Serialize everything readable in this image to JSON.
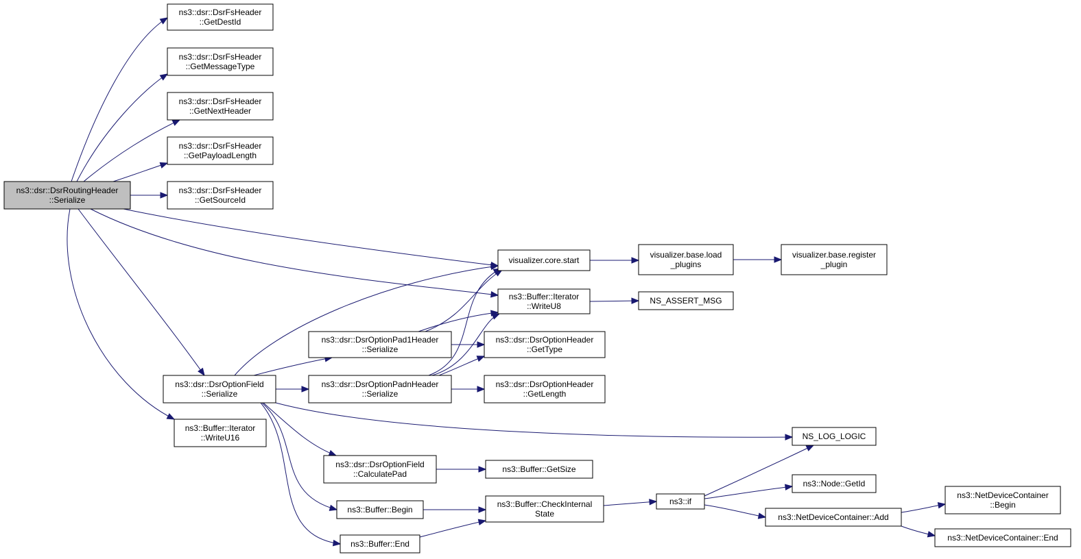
{
  "nodes": [
    {
      "id": "root",
      "lines": [
        "ns3::dsr::DsrRoutingHeader",
        "::Serialize"
      ],
      "highlight": true
    },
    {
      "id": "getdestid",
      "lines": [
        "ns3::dsr::DsrFsHeader",
        "::GetDestId"
      ]
    },
    {
      "id": "getmessagetype",
      "lines": [
        "ns3::dsr::DsrFsHeader",
        "::GetMessageType"
      ]
    },
    {
      "id": "getnextheader",
      "lines": [
        "ns3::dsr::DsrFsHeader",
        "::GetNextHeader"
      ]
    },
    {
      "id": "getpayloadlength",
      "lines": [
        "ns3::dsr::DsrFsHeader",
        "::GetPayloadLength"
      ]
    },
    {
      "id": "getsourceid",
      "lines": [
        "ns3::dsr::DsrFsHeader",
        "::GetSourceId"
      ]
    },
    {
      "id": "corestart",
      "lines": [
        "visualizer.core.start"
      ]
    },
    {
      "id": "loadplugins",
      "lines": [
        "visualizer.base.load",
        "_plugins"
      ]
    },
    {
      "id": "registerplugin",
      "lines": [
        "visualizer.base.register",
        "_plugin"
      ]
    },
    {
      "id": "writeu8",
      "lines": [
        "ns3::Buffer::Iterator",
        "::WriteU8"
      ]
    },
    {
      "id": "assertmsg",
      "lines": [
        "NS_ASSERT_MSG"
      ]
    },
    {
      "id": "pad1",
      "lines": [
        "ns3::dsr::DsrOptionPad1Header",
        "::Serialize"
      ]
    },
    {
      "id": "gettype",
      "lines": [
        "ns3::dsr::DsrOptionHeader",
        "::GetType"
      ]
    },
    {
      "id": "padn",
      "lines": [
        "ns3::dsr::DsrOptionPadnHeader",
        "::Serialize"
      ]
    },
    {
      "id": "getlength",
      "lines": [
        "ns3::dsr::DsrOptionHeader",
        "::GetLength"
      ]
    },
    {
      "id": "optionfield",
      "lines": [
        "ns3::dsr::DsrOptionField",
        "::Serialize"
      ]
    },
    {
      "id": "writeu16",
      "lines": [
        "ns3::Buffer::Iterator",
        "::WriteU16"
      ]
    },
    {
      "id": "loglogic",
      "lines": [
        "NS_LOG_LOGIC"
      ]
    },
    {
      "id": "calcpad",
      "lines": [
        "ns3::dsr::DsrOptionField",
        "::CalculatePad"
      ]
    },
    {
      "id": "getsize",
      "lines": [
        "ns3::Buffer::GetSize"
      ]
    },
    {
      "id": "begin",
      "lines": [
        "ns3::Buffer::Begin"
      ]
    },
    {
      "id": "checkinternal",
      "lines": [
        "ns3::Buffer::CheckInternal",
        "State"
      ]
    },
    {
      "id": "nsif",
      "lines": [
        "ns3::if"
      ]
    },
    {
      "id": "nodegetid",
      "lines": [
        "ns3::Node::GetId"
      ]
    },
    {
      "id": "ndcadd",
      "lines": [
        "ns3::NetDeviceContainer::Add"
      ]
    },
    {
      "id": "ndcbegin",
      "lines": [
        "ns3::NetDeviceContainer",
        "::Begin"
      ]
    },
    {
      "id": "ndcend",
      "lines": [
        "ns3::NetDeviceContainer::End"
      ]
    },
    {
      "id": "end",
      "lines": [
        "ns3::Buffer::End"
      ]
    }
  ],
  "edges": [
    {
      "from": "root",
      "to": "getdestid"
    },
    {
      "from": "root",
      "to": "getmessagetype"
    },
    {
      "from": "root",
      "to": "getnextheader"
    },
    {
      "from": "root",
      "to": "getpayloadlength"
    },
    {
      "from": "root",
      "to": "getsourceid"
    },
    {
      "from": "root",
      "to": "corestart"
    },
    {
      "from": "root",
      "to": "writeu8"
    },
    {
      "from": "root",
      "to": "optionfield"
    },
    {
      "from": "root",
      "to": "writeu16"
    },
    {
      "from": "corestart",
      "to": "loadplugins"
    },
    {
      "from": "loadplugins",
      "to": "registerplugin"
    },
    {
      "from": "writeu8",
      "to": "assertmsg"
    },
    {
      "from": "optionfield",
      "to": "corestart"
    },
    {
      "from": "optionfield",
      "to": "pad1"
    },
    {
      "from": "optionfield",
      "to": "padn"
    },
    {
      "from": "optionfield",
      "to": "loglogic"
    },
    {
      "from": "optionfield",
      "to": "calcpad"
    },
    {
      "from": "optionfield",
      "to": "begin"
    },
    {
      "from": "optionfield",
      "to": "end"
    },
    {
      "from": "pad1",
      "to": "corestart"
    },
    {
      "from": "pad1",
      "to": "writeu8"
    },
    {
      "from": "pad1",
      "to": "gettype"
    },
    {
      "from": "padn",
      "to": "corestart"
    },
    {
      "from": "padn",
      "to": "writeu8"
    },
    {
      "from": "padn",
      "to": "gettype"
    },
    {
      "from": "padn",
      "to": "getlength"
    },
    {
      "from": "calcpad",
      "to": "getsize"
    },
    {
      "from": "begin",
      "to": "checkinternal"
    },
    {
      "from": "end",
      "to": "checkinternal"
    },
    {
      "from": "checkinternal",
      "to": "nsif"
    },
    {
      "from": "nsif",
      "to": "loglogic"
    },
    {
      "from": "nsif",
      "to": "nodegetid"
    },
    {
      "from": "nsif",
      "to": "ndcadd"
    },
    {
      "from": "ndcadd",
      "to": "ndcbegin"
    },
    {
      "from": "ndcadd",
      "to": "ndcend"
    }
  ]
}
